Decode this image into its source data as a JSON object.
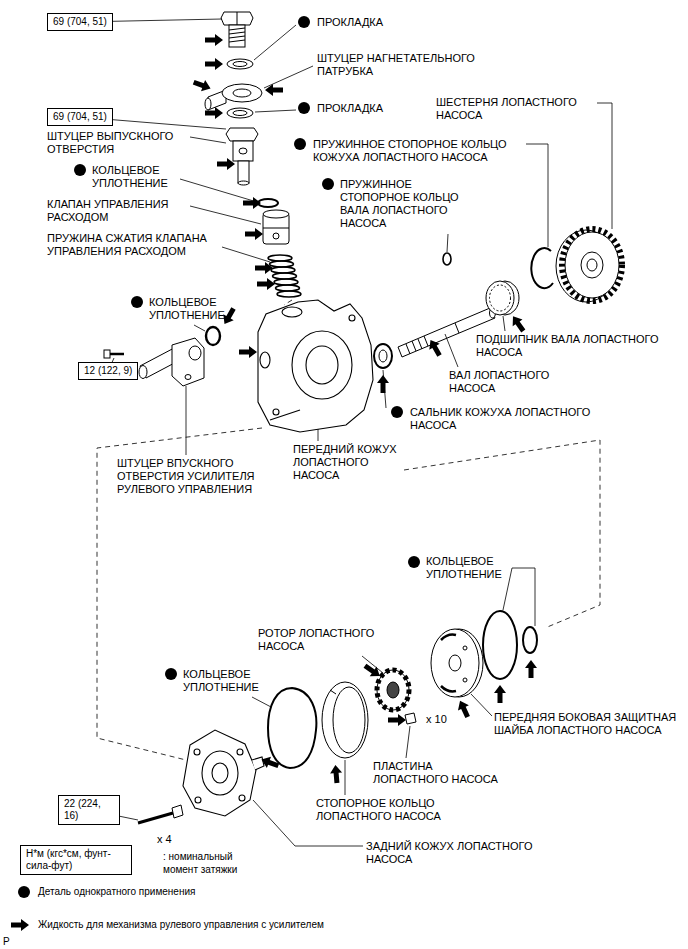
{
  "diagram": {
    "nodes": [
      {
        "text": [
          "69 (704, 51)"
        ]
      },
      {
        "text": [
          "69 (704, 51)"
        ]
      },
      {
        "text": [
          "12 (122, 9)"
        ]
      },
      {
        "text": [
          "22 (224, 16)"
        ]
      },
      {
        "text": [
          "Н*м (кгс*см, фунт-сила-фут)"
        ]
      }
    ],
    "labels": [
      "ПРОКЛАДКА",
      "ШТУЦЕР НАГНЕТАТЕЛЬНОГО ПАТРУБКА",
      "ПРОКЛАДКА",
      "ШТУЦЕР ВЫПУСКНОГО ОТВЕРСТИЯ",
      "КОЛЬЦЕВОЕ УПЛОТНЕНИЕ",
      "КЛАПАН УПРАВЛЕНИЯ РАСХОДОМ",
      "ПРУЖИНА СЖАТИЯ КЛАПАНА УПРАВЛЕНИЯ РАСХОДОМ",
      "КОЛЬЦЕВОЕ УПЛОТНЕНИЕ",
      "ШЕСТЕРНЯ ЛОПАСТНОГО НАСОСА",
      "ПРУЖИННОЕ СТОПОРНОЕ КОЛЬЦО КОЖУХА ЛОПАСТНОГО НАСОСА",
      "ПРУЖИННОЕ СТОПОРНОЕ КОЛЬЦО ВАЛА ЛОПАСТНОГО НАСОСА",
      "ПОДШИПНИК ВАЛА ЛОПАСТНОГО НАСОСА",
      "ВАЛ ЛОПАСТНОГО НАСОСА",
      "САЛЬНИК КОЖУХА ЛОПАСТНОГО НАСОСА",
      "ШТУЦЕР ВПУСКНОГО ОТВЕРСТИЯ УСИЛИТЕЛЯ РУЛЕВОГО УПРАВЛЕНИЯ",
      "ПЕРЕДНИЙ КОЖУХ ЛОПАСТНОГО НАСОСА",
      "КОЛЬЦЕВОЕ УПЛОТНЕНИЕ",
      "РОТОР ЛОПАСТНОГО НАСОСА",
      "КОЛЬЦЕВОЕ УПЛОТНЕНИЕ",
      "x 10",
      "ПЕРЕДНЯЯ БОКОВАЯ ЗАЩИТНАЯ ШАЙБА ЛОПАСТНОГО НАСОСА",
      "ПЛАСТИНА ЛОПАСТНОГО НАСОСА",
      "СТОПОРНОЕ КОЛЬЦО ЛОПАСТНОГО НАСОСА",
      "x 4",
      "ЗАДНИЙ КОЖУХ ЛОПАСТНОГО НАСОСА",
      ": номинальный момент затяжки",
      "P"
    ],
    "legend": [
      {
        "text": "Деталь однократного применения"
      },
      {
        "text": "Жидкость для механизма рулевого управления с усилителем"
      }
    ]
  }
}
